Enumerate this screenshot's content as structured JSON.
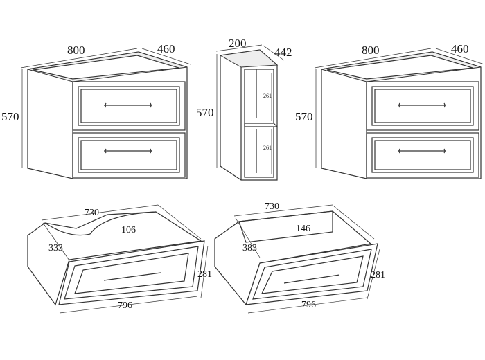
{
  "cabinet_left": {
    "width": "800",
    "depth": "460",
    "height": "570"
  },
  "column": {
    "width": "200",
    "depth": "442",
    "height": "570",
    "shelf_upper": "261",
    "shelf_lower": "261"
  },
  "cabinet_right": {
    "width": "800",
    "depth": "460",
    "height": "570"
  },
  "drawer_left": {
    "inner_width": "730",
    "cutout": "106",
    "depth": "333",
    "front_height": "281",
    "front_width": "796"
  },
  "drawer_right": {
    "inner_width": "730",
    "back_height": "146",
    "depth": "383",
    "front_height": "281",
    "front_width": "796"
  }
}
